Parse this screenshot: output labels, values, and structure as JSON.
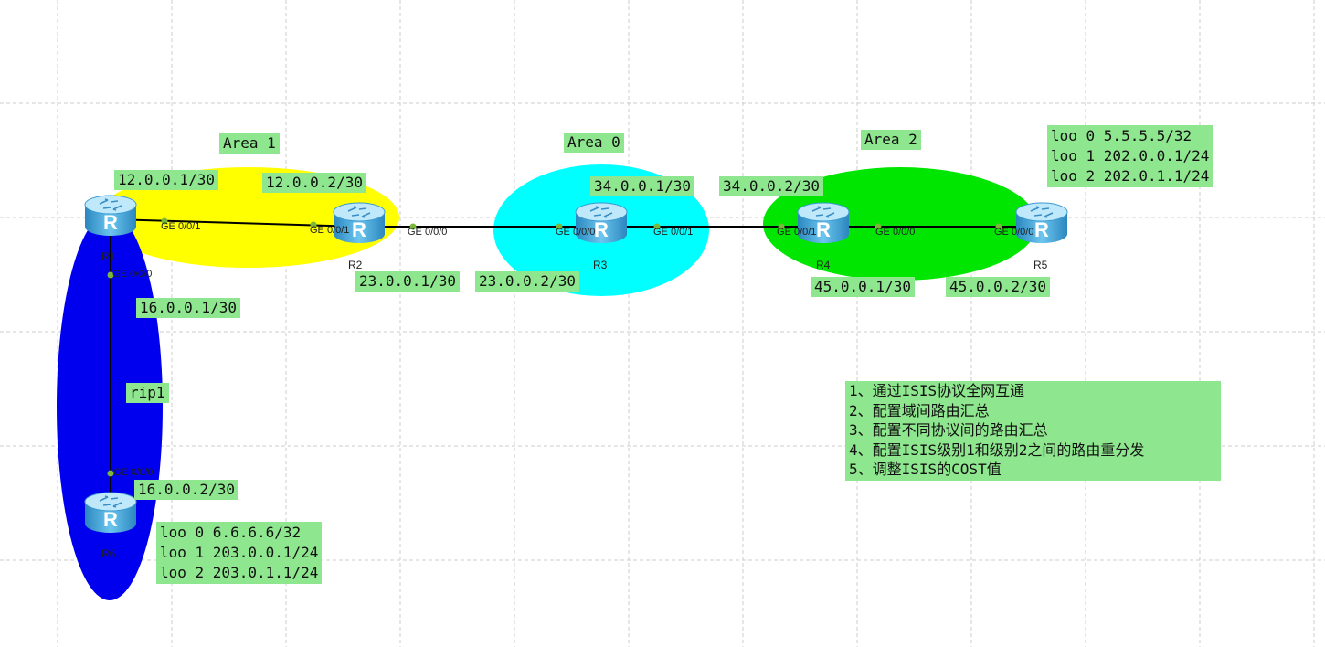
{
  "areas": {
    "area1": "Area 1",
    "area0": "Area 0",
    "area2": "Area 2",
    "rip": "rip1"
  },
  "routers": {
    "r1": "R1",
    "r2": "R2",
    "r3": "R3",
    "r4": "R4",
    "r5": "R5",
    "r6": "R6"
  },
  "ports": {
    "r1_g001": "GE 0/0/1",
    "r1_g000": "GE 0/0/0",
    "r2_g001": "GE 0/0/1",
    "r2_g000": "GE 0/0/0",
    "r3_g000": "GE 0/0/0",
    "r3_g001": "GE 0/0/1",
    "r4_g001": "GE 0/0/1",
    "r4_g000": "GE 0/0/0",
    "r5_g000": "GE 0/0/0",
    "r6_g000": "GE 0/0/0"
  },
  "ips": {
    "r1_r2_a": "12.0.0.1/30",
    "r1_r2_b": "12.0.0.2/30",
    "r2_r3_a": "23.0.0.1/30",
    "r2_r3_b": "23.0.0.2/30",
    "r3_r4_a": "34.0.0.1/30",
    "r3_r4_b": "34.0.0.2/30",
    "r4_r5_a": "45.0.0.1/30",
    "r4_r5_b": "45.0.0.2/30",
    "r1_r6_a": "16.0.0.1/30",
    "r1_r6_b": "16.0.0.2/30"
  },
  "loopbacks_r5": [
    "loo 0 5.5.5.5/32",
    "loo 1 202.0.0.1/24",
    "loo 2 202.0.1.1/24"
  ],
  "loopbacks_r6": [
    "loo 0 6.6.6.6/32",
    "loo 1 203.0.0.1/24",
    "loo 2 203.0.1.1/24"
  ],
  "requirements": [
    "1、通过ISIS协议全网互通",
    "2、配置域间路由汇总",
    "3、配置不同协议间的路由汇总",
    "4、配置ISIS级别1和级别2之间的路由重分发",
    "5、调整ISIS的COST值"
  ],
  "colors": {
    "area1": "#ffff00",
    "area0": "#00ffff",
    "area2": "#00e600",
    "rip": "#0000ee",
    "label_bg": "#8ee68e",
    "router_body": "#4aa8d8",
    "link": "#000000",
    "port_dot": "#7ab83a"
  }
}
